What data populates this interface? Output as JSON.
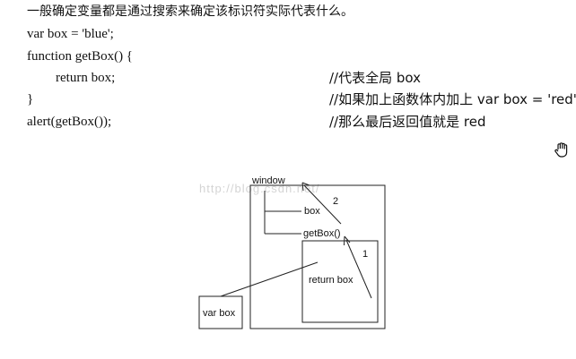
{
  "text": {
    "intro": "一般确定变量都是通过搜索来确定该标识符实际代表什么。",
    "code": [
      "var box = 'blue';",
      "function getBox() {",
      "return box;",
      "}",
      "alert(getBox());"
    ],
    "comments": [
      "//代表全局 box",
      "//如果加上函数体内加上 var box = 'red'",
      "//那么最后返回值就是 red"
    ]
  },
  "diagram": {
    "window_label": "window",
    "box_label": "box",
    "getbox_label": "getBox()",
    "returnbox_label": "return box",
    "varbox_label": "var box",
    "arrow1_label": "1",
    "arrow2_label": "2",
    "watermark": "http://blog.csdn.net/"
  },
  "icons": {
    "cursor": "hand-cursor-icon"
  }
}
